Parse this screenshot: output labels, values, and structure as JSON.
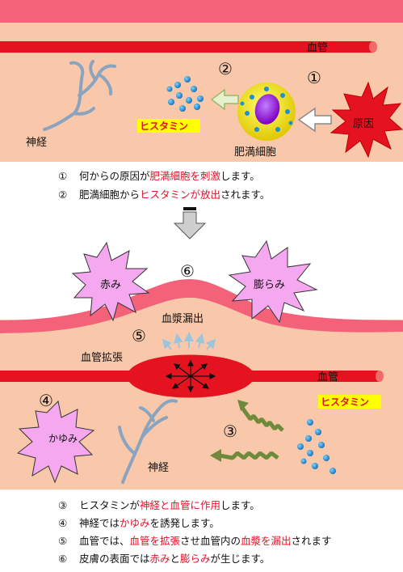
{
  "panel1": {
    "vessel_label": "血管",
    "nerve_label": "神経",
    "histamine_label": "ヒスタミン",
    "mast_cell_label": "肥満細胞",
    "cause_label": "原因",
    "step1_marker": "①",
    "step2_marker": "②"
  },
  "captions_top": [
    {
      "num": "①",
      "pre": "何からの原因が",
      "hl": "肥満細胞を刺激",
      "post": "します。"
    },
    {
      "num": "②",
      "pre": "肥満細胞から",
      "hl": "ヒスタミンが放出",
      "post": "されます。"
    }
  ],
  "panel2": {
    "redness_label": "赤み",
    "swelling_label": "膨らみ",
    "plasma_leak_label": "血漿漏出",
    "vasodilation_label": "血管拡張",
    "vessel_label": "血管",
    "histamine_label": "ヒスタミン",
    "itch_label": "かゆみ",
    "nerve_label": "神経",
    "step3_marker": "③",
    "step4_marker": "④",
    "step5_marker": "⑤",
    "step6_marker": "⑥"
  },
  "captions_bottom": [
    {
      "num": "③",
      "pre": "ヒスタミンが",
      "hl": "神経と血管に作用",
      "post": "します。"
    },
    {
      "num": "④",
      "pre": "神経では",
      "hl": "かゆみ",
      "post": "を誘発します。"
    },
    {
      "num": "⑤",
      "pre": "血管では、",
      "hl": "血管を拡張",
      "mid": "させ血管内の",
      "hl2": "血漿を漏出",
      "post": "されます"
    },
    {
      "num": "⑥",
      "pre": "皮膚の表面では",
      "hl": "赤み",
      "mid": "と",
      "hl2": "膨らみ",
      "post": "が生じます。"
    }
  ],
  "colors": {
    "skin": "#f9c8aa",
    "surface": "#f4627a",
    "vessel": "#e5131f",
    "histamine_dot": "#1e8fd0",
    "nerve": "#8aa4c0",
    "highlight": "#ffff00",
    "caption_highlight": "#e0142a"
  }
}
